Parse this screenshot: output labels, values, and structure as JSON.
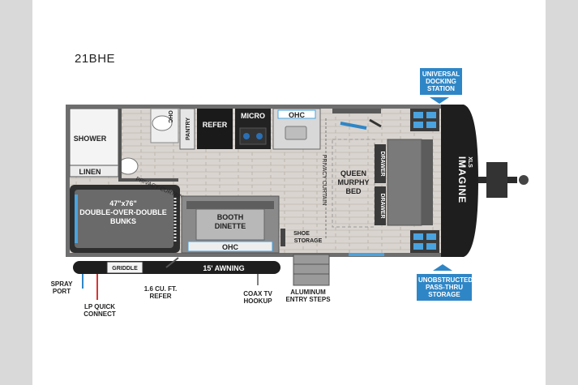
{
  "model": "21BHE",
  "callouts": {
    "docking": "UNIVERSAL\nDOCKING\nSTATION",
    "passthru": "UNOBSTRUCTED\nPASS-THRU\nSTORAGE"
  },
  "interior": {
    "ohc_bath": "OHC",
    "pantry": "PANTRY",
    "refer": "REFER",
    "micro": "MICRO",
    "ohc_kitchen": "OHC",
    "shower": "SHOWER",
    "linen": "LINEN",
    "privacy_curtain_bunk": "PRIVACY CURTAIN",
    "privacy_curtain_bed": "PRIVACY CURTAIN",
    "bunks_line1": "47\"x76\"",
    "bunks_line2": "DOUBLE-OVER-DOUBLE",
    "bunks_line3": "BUNKS",
    "dinette_line1": "BOOTH",
    "dinette_line2": "DINETTE",
    "ohc_dinette": "OHC",
    "shoe_line1": "SHOE",
    "shoe_line2": "STORAGE",
    "bed_line1": "QUEEN",
    "bed_line2": "MURPHY",
    "bed_line3": "BED",
    "drawer_top": "DRAWER",
    "drawer_bottom": "DRAWER",
    "griddle": "GRIDDLE",
    "awning": "15' AWNING",
    "brand": "IMAGINE",
    "brand_sub": "XLS"
  },
  "exterior": {
    "spray": "SPRAY\nPORT",
    "lp": "LP QUICK\nCONNECT",
    "refer": "1.6 CU. FT.\nREFER",
    "coax": "COAX TV\nHOOKUP",
    "steps": "ALUMINUM\nENTRY STEPS"
  }
}
